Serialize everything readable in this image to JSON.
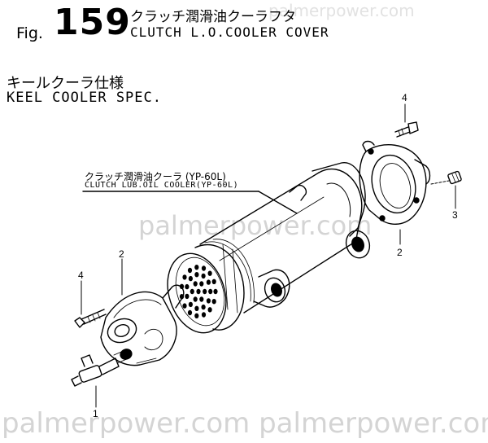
{
  "figure": {
    "prefix": "Fig.",
    "number": "159",
    "title_jp": "クラッチ潤滑油クーラフタ",
    "title_en": "CLUTCH L.O.COOLER COVER"
  },
  "spec": {
    "jp": "キールクーラ仕様",
    "en": "KEEL COOLER SPEC."
  },
  "callout": {
    "jp": "クラッチ潤滑油クーラ (YP-60L)",
    "en": "CLUTCH LUB.OIL COOLER(YP-60L)"
  },
  "part_numbers": {
    "plug_left": "1",
    "cover_left": "2",
    "bolt_left": "4",
    "bolt_right": "4",
    "cover_right": "2",
    "plug_right": "3"
  },
  "watermark": {
    "top": "palmerpower.com",
    "middle": "palmerpower.com",
    "bottom": "palmerpower.com palmerpower.com"
  },
  "colors": {
    "line": "#000000",
    "watermark": "#d4d4d4"
  }
}
